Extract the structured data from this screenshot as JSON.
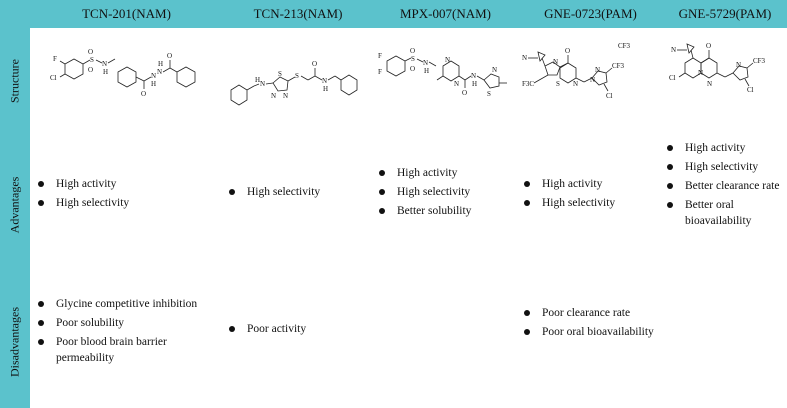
{
  "columns": [
    "TCN-201(NAM)",
    "TCN-213(NAM)",
    "MPX-007(NAM)",
    "GNE-0723(PAM)",
    "GNE-5729(PAM)"
  ],
  "rows": {
    "structure": "Structure",
    "advantages": "Advantages",
    "disadvantages": "Disadvantages"
  },
  "advantages": [
    [
      "High activity",
      "High selectivity"
    ],
    [
      "High selectivity"
    ],
    [
      "High activity",
      "High selectivity",
      "Better solubility"
    ],
    [
      "High activity",
      "High selectivity"
    ],
    [
      "High activity",
      "High selectivity",
      "Better clearance rate",
      "Better oral bioavailability"
    ]
  ],
  "disadvantages": [
    [
      "Glycine competitive inhibition",
      "Poor solubility",
      "Poor blood brain barrier permeability"
    ],
    [
      "Poor activity"
    ],
    [],
    [
      "Poor clearance rate",
      "Poor oral bioavailability"
    ],
    []
  ],
  "structure_labels": {
    "tcn201": [
      "F",
      "Cl",
      "S",
      "O",
      "O",
      "N",
      "H",
      "O",
      "N",
      "N",
      "H",
      "H",
      "O"
    ],
    "tcn213": [
      "H",
      "N",
      "N",
      "N",
      "S",
      "S",
      "O",
      "N",
      "H"
    ],
    "mpx007": [
      "F",
      "F",
      "S",
      "O",
      "O",
      "N",
      "H",
      "N",
      "N",
      "O",
      "N",
      "H",
      "S",
      "N"
    ],
    "gne0723": [
      "N",
      "CF3",
      "N",
      "O",
      "N",
      "S",
      "N",
      "CF3",
      "N",
      "Cl",
      "F3C"
    ],
    "gne5729": [
      "N",
      "O",
      "CF3",
      "N",
      "N",
      "N",
      "Cl",
      "Cl"
    ]
  },
  "colors": {
    "header": "#5bc2cc",
    "body": "#ffffff"
  }
}
